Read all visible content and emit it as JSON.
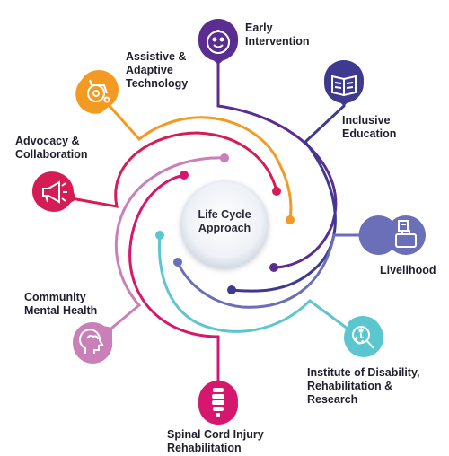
{
  "center": {
    "text": "Life Cycle\nApproach"
  },
  "nodes": [
    {
      "id": "early-intervention",
      "label": "Early\nIntervention",
      "icon": "baby-face-icon",
      "color": "#5a2d91"
    },
    {
      "id": "inclusive-education",
      "label": "Inclusive\nEducation",
      "icon": "book-icon",
      "color": "#3e3a8f"
    },
    {
      "id": "livelihood",
      "label": "Livelihood",
      "icon": "briefcase-icon",
      "color": "#6a6fb8"
    },
    {
      "id": "institute-disability",
      "label": "Institute of Disability,\nRehabilitation &\nResearch",
      "icon": "magnifier-wheelchair-icon",
      "color": "#5cc6d0"
    },
    {
      "id": "spinal-cord",
      "label": "Spinal Cord Injury\nRehabilitation",
      "icon": "spine-icon",
      "color": "#d6176e"
    },
    {
      "id": "community-mental-health",
      "label": "Community\nMental Health",
      "icon": "head-brain-icon",
      "color": "#c97fb8"
    },
    {
      "id": "advocacy",
      "label": "Advocacy &\nCollaboration",
      "icon": "megaphone-icon",
      "color": "#d41c55"
    },
    {
      "id": "assistive-tech",
      "label": "Assistive &\nAdaptive\nTechnology",
      "icon": "wheelchair-icon",
      "color": "#f39a22"
    }
  ]
}
